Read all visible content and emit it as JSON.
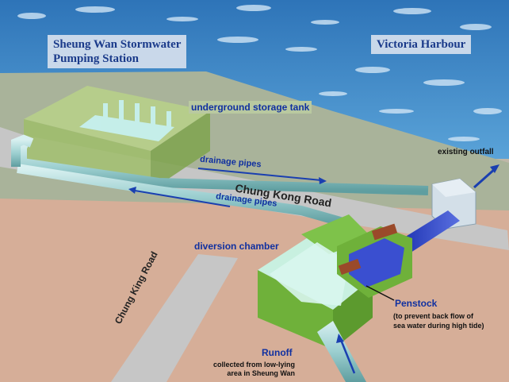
{
  "titles": {
    "station_line1": "Sheung Wan Stormwater",
    "station_line2": "Pumping Station",
    "harbour": "Victoria Harbour"
  },
  "labels": {
    "storage_tank": "underground storage tank",
    "existing_outfall": "existing outfall",
    "drainage_pipes_upper": "drainage pipes",
    "drainage_pipes_lower": "drainage pipes",
    "chung_kong_road": "Chung Kong Road",
    "chung_king_road": "Chung King Road",
    "diversion_chamber": "diversion chamber",
    "penstock": "Penstock",
    "penstock_note_line1": "(to prevent back flow of",
    "penstock_note_line2": "sea water during high tide)",
    "runoff": "Runoff",
    "runoff_note_line1": "collected from low-lying",
    "runoff_note_line2": "area in Sheung Wan"
  },
  "colors": {
    "sea": "#3f86c8",
    "land": "#d8b09a",
    "ground": "#a8b49a",
    "road": "#c8c8c8",
    "structure_green": "#8cc23e",
    "pipe": "#9ccfd0",
    "label_blue": "#1030a0"
  }
}
